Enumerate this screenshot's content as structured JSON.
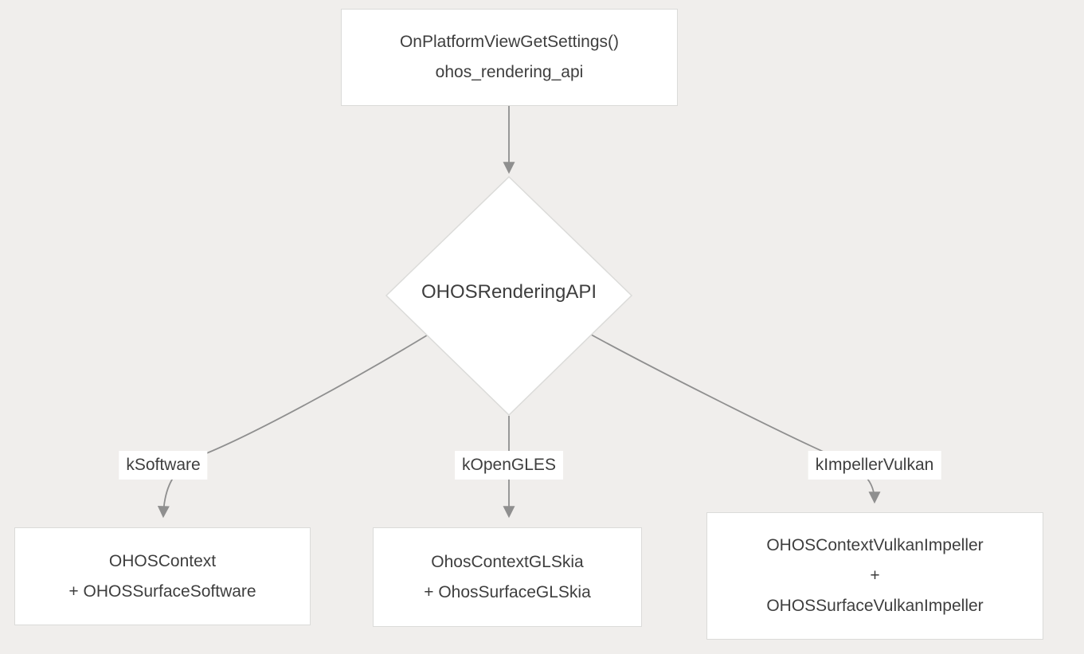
{
  "theme": {
    "bg": "#f0eeec",
    "node-fill": "#ffffff",
    "node-border": "#dbdbd9",
    "line": "#8f8f8f",
    "text": "#3e3e3e"
  },
  "diagram": {
    "nodes": {
      "start": {
        "line1": "OnPlatformViewGetSettings()",
        "line2": "ohos_rendering_api"
      },
      "decision": {
        "label": "OHOSRenderingAPI"
      },
      "result_software": {
        "line1": "OHOSContext",
        "line2": "+ OHOSSurfaceSoftware"
      },
      "result_glskia": {
        "line1": "OhosContextGLSkia",
        "line2": "+ OhosSurfaceGLSkia"
      },
      "result_vulkan": {
        "line1": "OHOSContextVulkanImpeller",
        "line2": "+",
        "line3": "OHOSSurfaceVulkanImpeller"
      }
    },
    "edge_labels": {
      "software": "kSoftware",
      "opengles": "kOpenGLES",
      "impeller_vulkan": "kImpellerVulkan"
    }
  }
}
